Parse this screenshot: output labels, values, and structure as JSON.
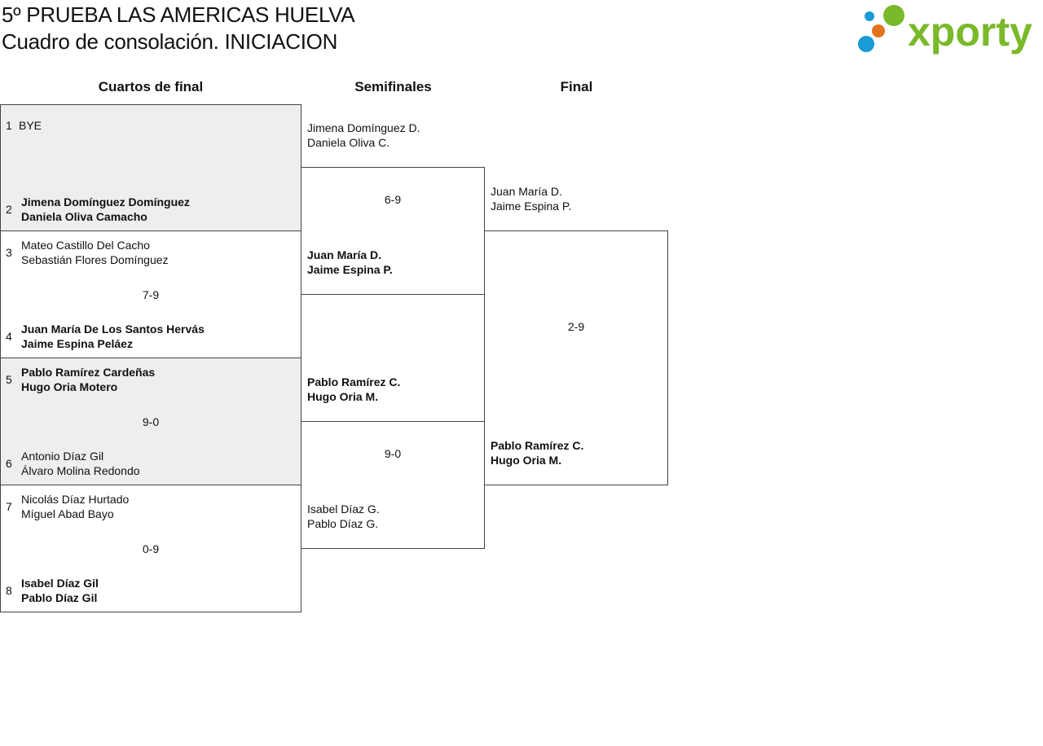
{
  "header": {
    "title_line1": "5º PRUEBA LAS AMERICAS HUELVA",
    "title_line2": "Cuadro de consolación. INICIACION",
    "logo_text": "xporty",
    "logo_colors": {
      "green": "#7ab929",
      "blue": "#1a9ad6",
      "orange": "#e4731e"
    }
  },
  "columns": {
    "quarterfinals": "Cuartos de final",
    "semifinals": "Semifinales",
    "final": "Final"
  },
  "quarterfinals": [
    {
      "seed_a": "1",
      "team_a": [
        "BYE"
      ],
      "seed_b": "2",
      "team_b": [
        "Jimena Domínguez Domínguez",
        "Daniela Oliva Camacho"
      ],
      "score": ""
    },
    {
      "seed_a": "3",
      "team_a": [
        "Mateo Castillo Del Cacho",
        "Sebastián Flores Domínguez"
      ],
      "seed_b": "4",
      "team_b": [
        "Juan María De Los Santos Hervás",
        "Jaime Espina Peláez"
      ],
      "score": "7-9"
    },
    {
      "seed_a": "5",
      "team_a": [
        "Pablo Ramírez Cardeñas",
        "Hugo Oria Motero"
      ],
      "seed_b": "6",
      "team_b": [
        "Antonio Díaz Gil",
        "Álvaro Molina Redondo"
      ],
      "score": "9-0"
    },
    {
      "seed_a": "7",
      "team_a": [
        "Nicolás Díaz Hurtado",
        "Míguel Abad Bayo"
      ],
      "seed_b": "8",
      "team_b": [
        "Isabel Díaz Gil",
        "Pablo Díaz Gil"
      ],
      "score": "0-9"
    }
  ],
  "semifinals": [
    {
      "team_a": [
        "Jimena Domínguez D.",
        "Daniela Oliva C."
      ],
      "team_b": [
        "Juan María D.",
        "Jaime Espina P."
      ],
      "score": "6-9"
    },
    {
      "team_a": [
        "Pablo Ramírez C.",
        "Hugo Oria M."
      ],
      "team_b": [
        "Isabel Díaz G.",
        "Pablo Díaz G."
      ],
      "score": "9-0"
    }
  ],
  "final": {
    "team_a": [
      "Juan María D.",
      "Jaime Espina P."
    ],
    "team_b": [
      "Pablo Ramírez C.",
      "Hugo Oria M."
    ],
    "score": "2-9"
  }
}
